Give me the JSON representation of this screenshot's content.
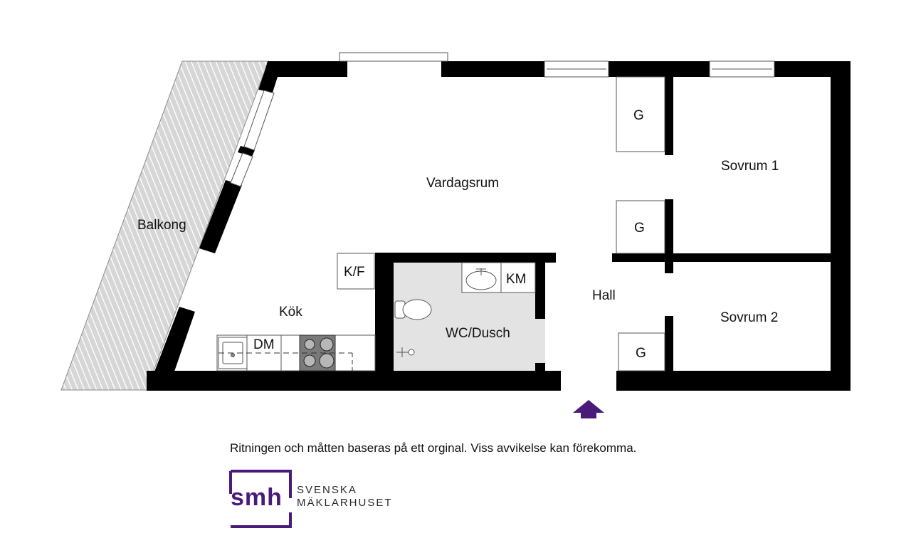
{
  "rooms": {
    "vardagsrum": "Vardagsrum",
    "sovrum1": "Sovrum 1",
    "sovrum2": "Sovrum 2",
    "balkong": "Balkong",
    "kok": "Kök",
    "hall": "Hall",
    "wc": "WC/Dusch"
  },
  "fixtures": {
    "closet_1": "G",
    "closet_2": "G",
    "closet_3": "G",
    "fridge_freezer": "K/F",
    "dishwasher": "DM",
    "washing_machine": "KM"
  },
  "disclaimer": "Ritningen och måtten baseras på ett orginal. Viss avvikelse kan förekomma.",
  "logo": {
    "mark": "smh",
    "line1": "SVENSKA",
    "line2": "MÄKLARHUSET"
  },
  "colors": {
    "wall": "#000000",
    "wet_room": "#e3e3e3",
    "balcony_deck": "#d6d6d6",
    "entrance_arrow": "#4a1a7a",
    "brand": "#4a1a7a"
  },
  "icons": {
    "entrance": "entrance-arrow-icon",
    "stove": "stove-icon",
    "sink": "kitchen-sink-icon",
    "basin": "wash-basin-icon",
    "toilet": "toilet-icon",
    "shower": "shower-icon"
  }
}
